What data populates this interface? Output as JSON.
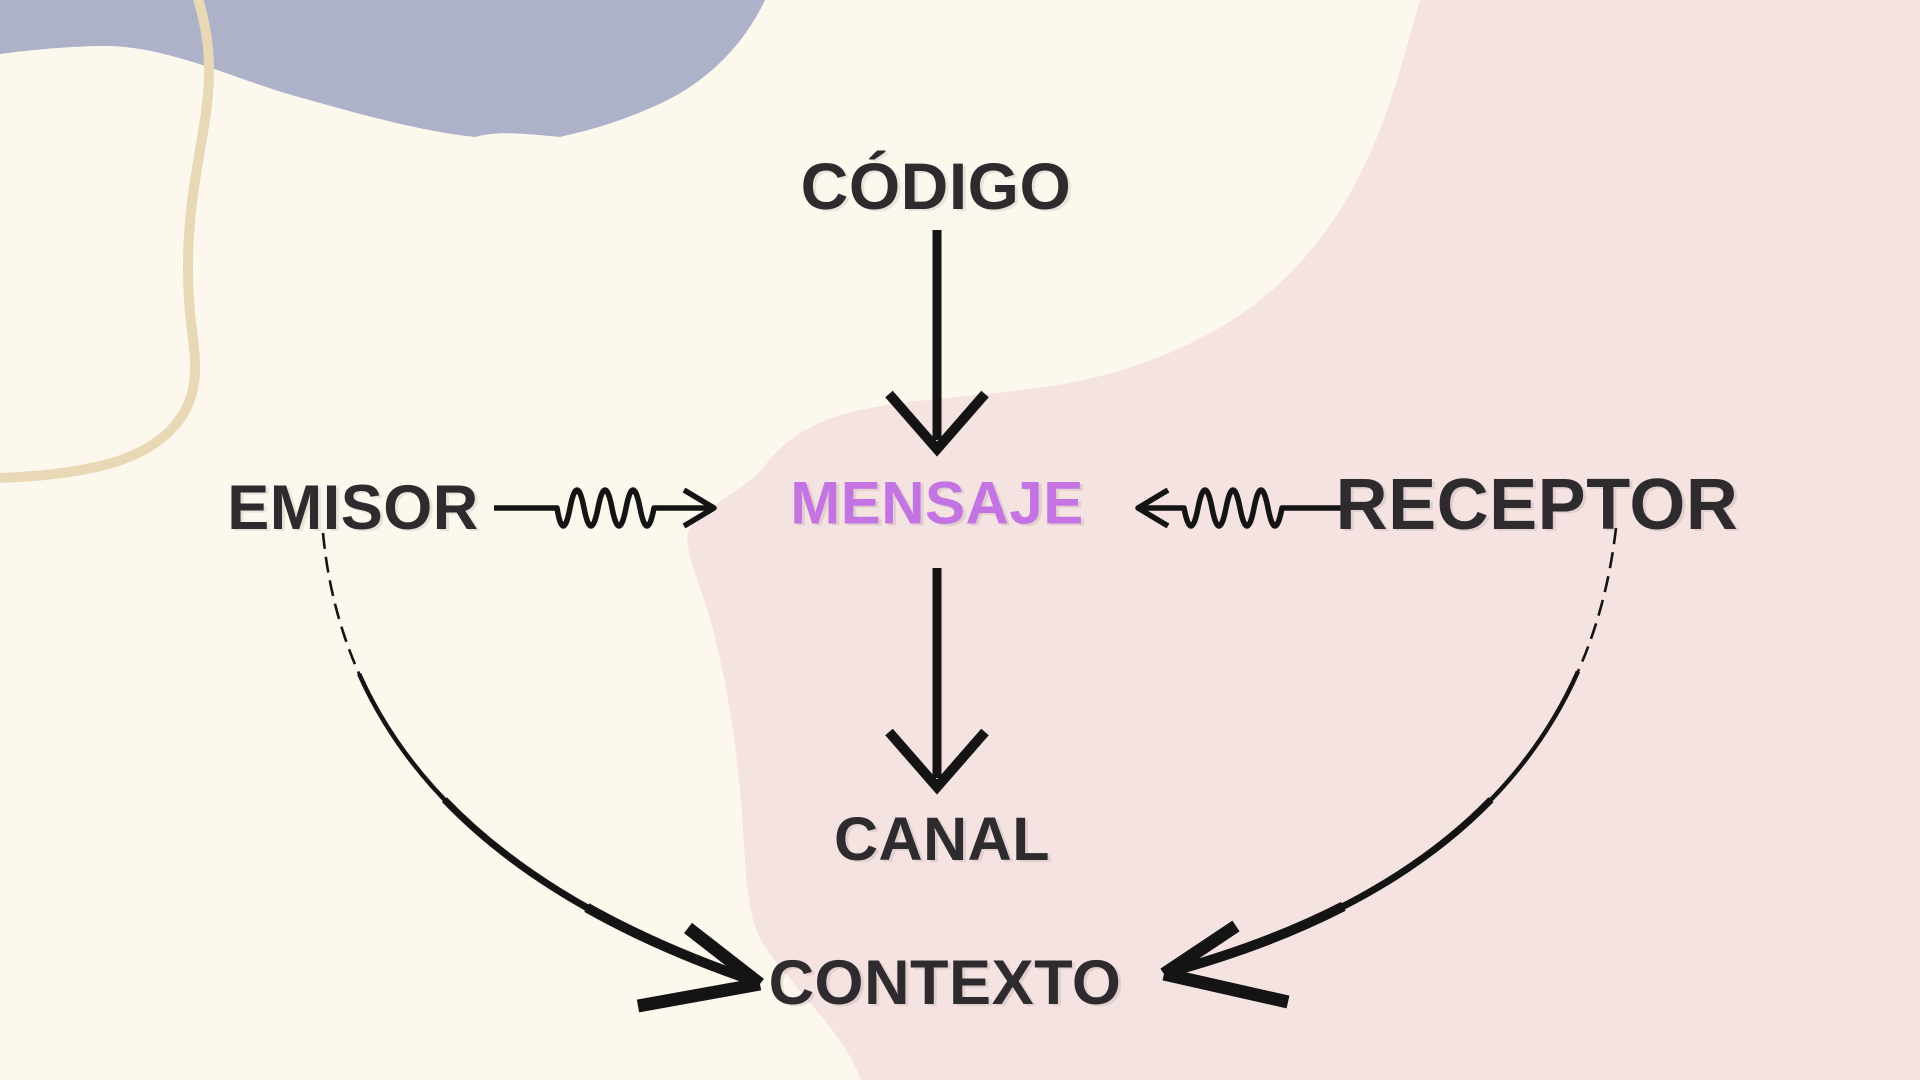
{
  "colors": {
    "background": "#FDF8EE",
    "blob_blue": "#AEB2C9",
    "blob_pink": "#F5E3E1",
    "line_tan": "#E9D8B6",
    "ink": "#141414",
    "text_dark": "#2D2B2E",
    "accent_purple": "#C373E2"
  },
  "diagram": {
    "type": "communication-model",
    "language": "es",
    "nodes": [
      {
        "id": "codigo",
        "label": "CÓDIGO",
        "emphasis": "dark"
      },
      {
        "id": "emisor",
        "label": "EMISOR",
        "emphasis": "dark"
      },
      {
        "id": "mensaje",
        "label": "MENSAJE",
        "emphasis": "purple"
      },
      {
        "id": "receptor",
        "label": "RECEPTOR",
        "emphasis": "dark"
      },
      {
        "id": "canal",
        "label": "CANAL",
        "emphasis": "dark"
      },
      {
        "id": "contexto",
        "label": "CONTEXTO",
        "emphasis": "dark"
      }
    ],
    "edges": [
      {
        "from": "codigo",
        "to": "mensaje",
        "style": "straight-arrow-down"
      },
      {
        "from": "emisor",
        "to": "mensaje",
        "style": "wave-arrow-right"
      },
      {
        "from": "receptor",
        "to": "mensaje",
        "style": "wave-arrow-left"
      },
      {
        "from": "mensaje",
        "to": "canal",
        "style": "straight-arrow-down"
      },
      {
        "from": "emisor",
        "to": "contexto",
        "style": "curved-brush-arrow"
      },
      {
        "from": "receptor",
        "to": "contexto",
        "style": "curved-brush-arrow"
      }
    ]
  }
}
